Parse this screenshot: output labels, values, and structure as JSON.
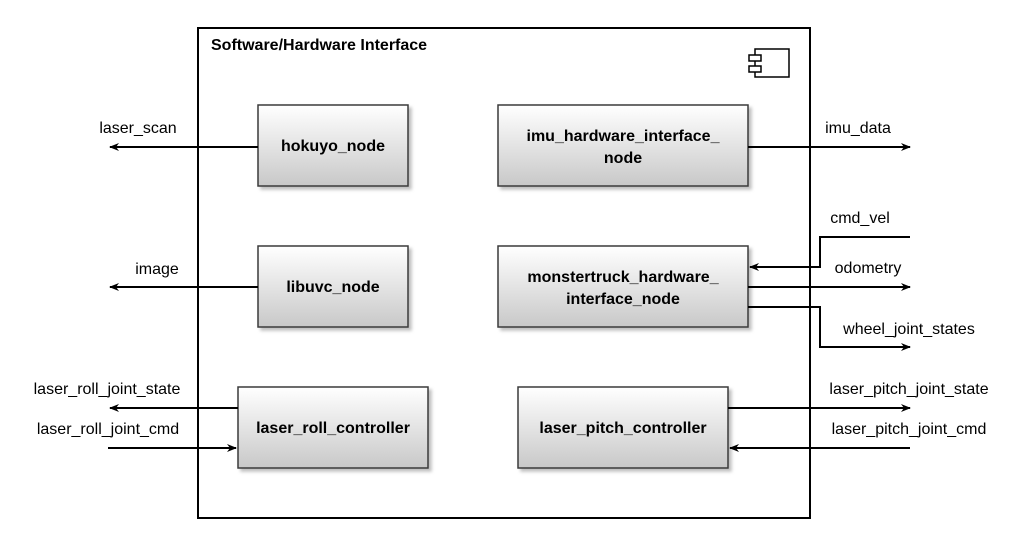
{
  "container": {
    "title": "Software/Hardware Interface",
    "icon": "component-icon"
  },
  "nodes": {
    "hokuyo": [
      "hokuyo_node"
    ],
    "imu": [
      "imu_hardware_interface_",
      "node"
    ],
    "libuvc": [
      "libuvc_node"
    ],
    "monstertruck": [
      "monstertruck_hardware_",
      "interface_node"
    ],
    "laser_roll": [
      "laser_roll_controller"
    ],
    "laser_pitch": [
      "laser_pitch_controller"
    ]
  },
  "edges": {
    "laser_scan": "laser_scan",
    "image": "image",
    "laser_roll_joint_state": "laser_roll_joint_state",
    "laser_roll_joint_cmd": "laser_roll_joint_cmd",
    "imu_data": "imu_data",
    "cmd_vel": "cmd_vel",
    "odometry": "odometry",
    "wheel_joint_states": "wheel_joint_states",
    "laser_pitch_joint_state": "laser_pitch_joint_state",
    "laser_pitch_joint_cmd": "laser_pitch_joint_cmd"
  },
  "colors": {
    "node_fill_top": "#ffffff",
    "node_fill_bottom": "#c8c8c8",
    "stroke": "#000000"
  }
}
